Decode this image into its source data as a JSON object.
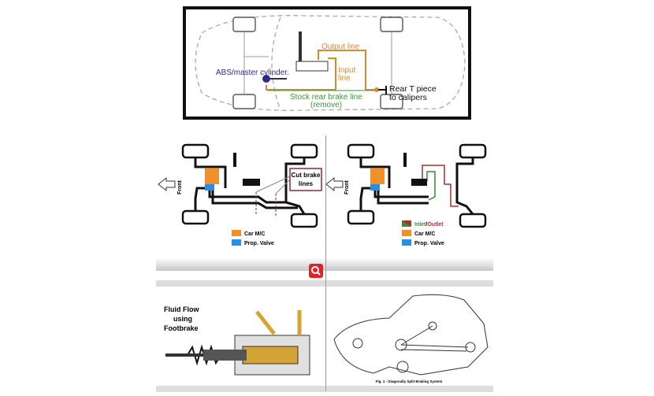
{
  "top_diagram": {
    "labels": {
      "output_line": "Output line",
      "input_line_1": "Input",
      "input_line_2": "line",
      "abs_master": "ABS/master cylinder.",
      "rear_t_1": "Rear T piece",
      "rear_t_2": "to calipers",
      "stock_line_1": "Stock rear brake line",
      "stock_line_2": "(remove)"
    }
  },
  "middle_left": {
    "front_label": "Front",
    "callout_1": "Cut brake",
    "callout_2": "lines",
    "legend": [
      {
        "label": "Car M/C",
        "color": "#f0902a"
      },
      {
        "label": "Prop. Valve",
        "color": "#2a8fe0"
      }
    ]
  },
  "middle_right": {
    "front_label": "Front",
    "legend_inlet": "Inlet",
    "legend_slash": "/",
    "legend_outlet": "Outlet",
    "legend": [
      {
        "label": "Car M/C",
        "color": "#f0902a"
      },
      {
        "label": "Prop. Valve",
        "color": "#2a8fe0"
      }
    ]
  },
  "bottom_left": {
    "title_1": "Fluid Flow",
    "title_2": "using",
    "title_3": "Footbrake"
  },
  "bottom_right": {
    "caption": "Fig. 1 - Diagonally Split Braking System"
  },
  "colors": {
    "output": "#d9892e",
    "stock": "#3a9a3a",
    "abs": "#2b2b8c",
    "zoom": "#d8262b"
  }
}
